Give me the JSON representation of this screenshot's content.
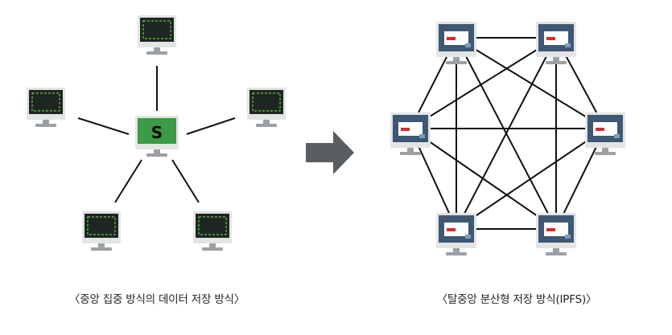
{
  "centralized": {
    "caption": "〈중앙 집중 방식의 데이터 저장 방식〉",
    "server_label": "S",
    "client_count": 5
  },
  "decentralized": {
    "caption": "〈탈중앙 분산형 저장 방식(IPFS)〉",
    "node_count": 6,
    "topology": "full-mesh"
  },
  "colors": {
    "line": "#111111",
    "server_screen": "#3d9a47",
    "client_screen": "#1e2622",
    "client_dash": "#6cc04a",
    "node_screen": "#3e5874",
    "node_doc": "#ffffff",
    "node_doc_bar": "#d92a2a",
    "bezel": "#e3e5e4",
    "stand": "#9aa0a3",
    "arrow": "#595e63"
  },
  "icons": {
    "server": "server-monitor-icon",
    "client": "client-monitor-icon",
    "node": "ipfs-node-monitor-icon",
    "arrow": "right-arrow-icon"
  }
}
